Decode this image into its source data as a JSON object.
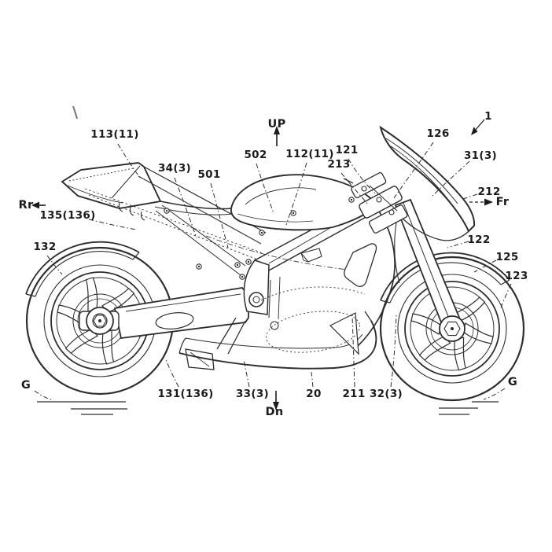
{
  "figure": {
    "kind": "patent-line-drawing",
    "colors": {
      "ink": "#2e2e2e",
      "label_ink": "#1b1b1b",
      "background": "#fefefe"
    }
  },
  "orientation_markers": {
    "up": "UP",
    "down": "Dn",
    "rear": "Rr",
    "front": "Fr",
    "ground": "G"
  },
  "ref_labels": [
    {
      "id": "113-11",
      "text": "113(11)"
    },
    {
      "id": "34-3",
      "text": "34(3)"
    },
    {
      "id": "501",
      "text": "501"
    },
    {
      "id": "502",
      "text": "502"
    },
    {
      "id": "112-11",
      "text": "112(11)"
    },
    {
      "id": "121",
      "text": "121"
    },
    {
      "id": "213",
      "text": "213"
    },
    {
      "id": "126",
      "text": "126"
    },
    {
      "id": "1",
      "text": "1"
    },
    {
      "id": "31-3",
      "text": "31(3)"
    },
    {
      "id": "212",
      "text": "212"
    },
    {
      "id": "122",
      "text": "122"
    },
    {
      "id": "125",
      "text": "125"
    },
    {
      "id": "123",
      "text": "123"
    },
    {
      "id": "132",
      "text": "132"
    },
    {
      "id": "135-136",
      "text": "135(136)"
    },
    {
      "id": "131-136",
      "text": "131(136)"
    },
    {
      "id": "33-3",
      "text": "33(3)"
    },
    {
      "id": "20",
      "text": "20"
    },
    {
      "id": "211",
      "text": "211"
    },
    {
      "id": "32-3",
      "text": "32(3)"
    }
  ]
}
